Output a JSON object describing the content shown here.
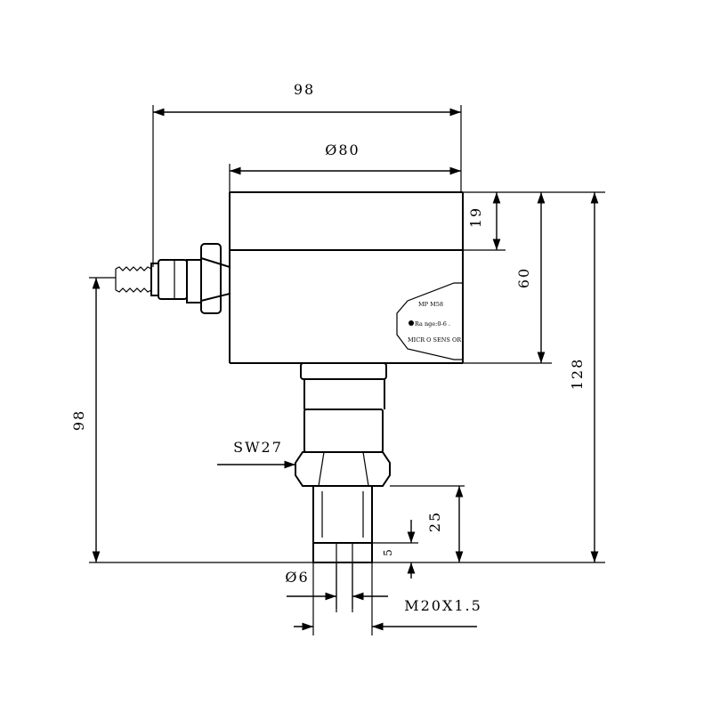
{
  "dimensions": {
    "overall_width": "98",
    "body_diameter": "Ø80",
    "cap_height": "19",
    "body_height": "60",
    "total_height": "128",
    "height_to_connector": "98",
    "wrench_size": "SW27",
    "thread_length": "25",
    "tip_step": "5",
    "port_diameter": "Ø6",
    "thread_spec": "M20X1.5"
  },
  "nameplate": {
    "line1": "MP M58",
    "line2": "Ra nge:0-6 .",
    "line3": "MICR O SENS OR"
  }
}
